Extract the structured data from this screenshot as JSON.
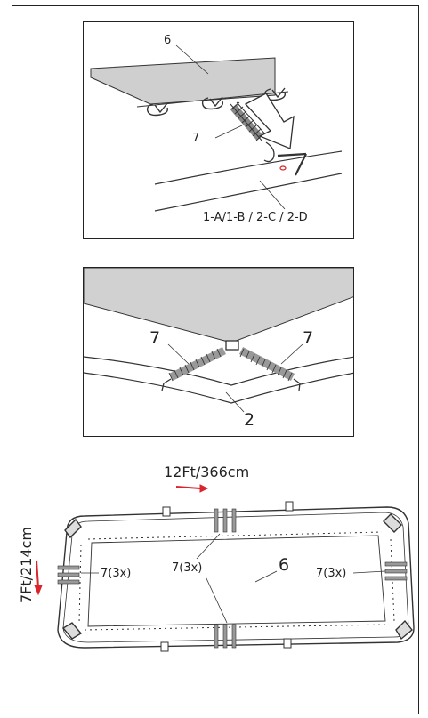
{
  "panel1": {
    "callout_mat": "6",
    "callout_spring": "7",
    "callout_frame": "1-A/1-B / 2-C / 2-D"
  },
  "panel2": {
    "callout_spring_left": "7",
    "callout_spring_right": "7",
    "callout_frame": "2"
  },
  "panel3": {
    "length_label": "12Ft/366cm",
    "width_label": "7Ft/214cm",
    "spring_count_left": "7(3x)",
    "spring_count_center": "7(3x)",
    "spring_count_right": "7(3x)",
    "mat_label": "6",
    "arrow_color": "#d9252b"
  }
}
